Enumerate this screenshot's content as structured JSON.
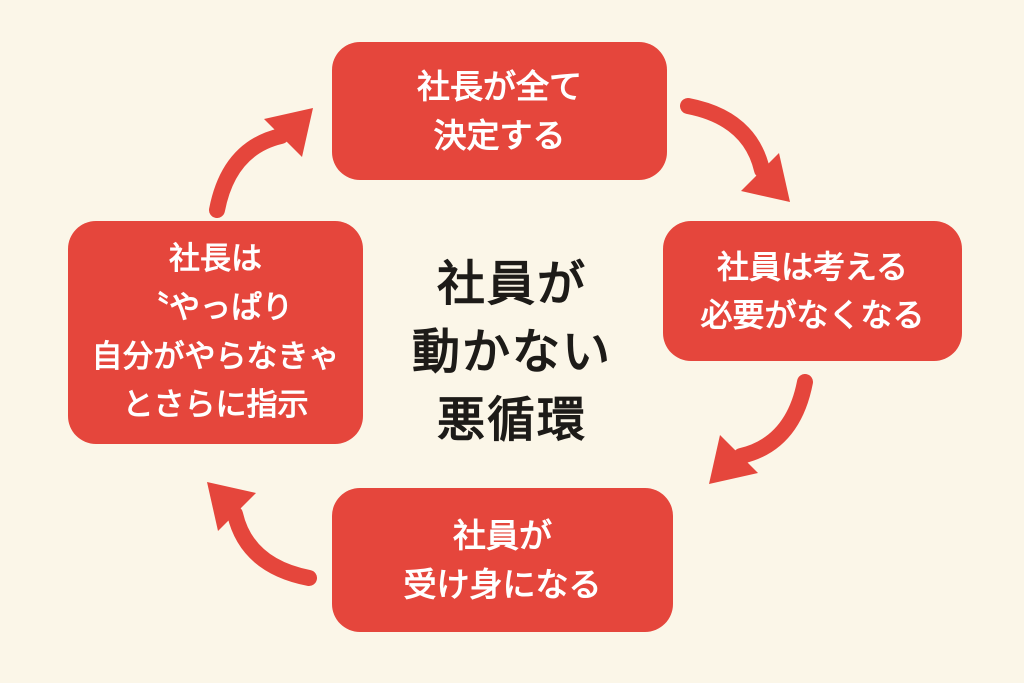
{
  "diagram": {
    "title": {
      "line1": "社員が",
      "line2": "動かない",
      "line3": "悪循環"
    },
    "boxes": {
      "top": {
        "line1": "社長が全て",
        "line2": "決定する"
      },
      "right": {
        "line1": "社員は考える",
        "line2": "必要がなくなる"
      },
      "bottom": {
        "line1": "社員が",
        "line2": "受け身になる"
      },
      "left": {
        "line1": "社長は",
        "line2": "〝やっぱり",
        "line3": "自分がやらなきゃ",
        "line4": "とさらに指示"
      }
    },
    "arrows": {
      "a1": "top-to-right",
      "a2": "right-to-bottom",
      "a3": "bottom-to-left",
      "a4": "left-to-top"
    },
    "colors": {
      "background": "#FBF6E8",
      "box_red": "#E5463C",
      "box_text": "#FFFFFF",
      "title_text": "#1D1B18"
    }
  }
}
